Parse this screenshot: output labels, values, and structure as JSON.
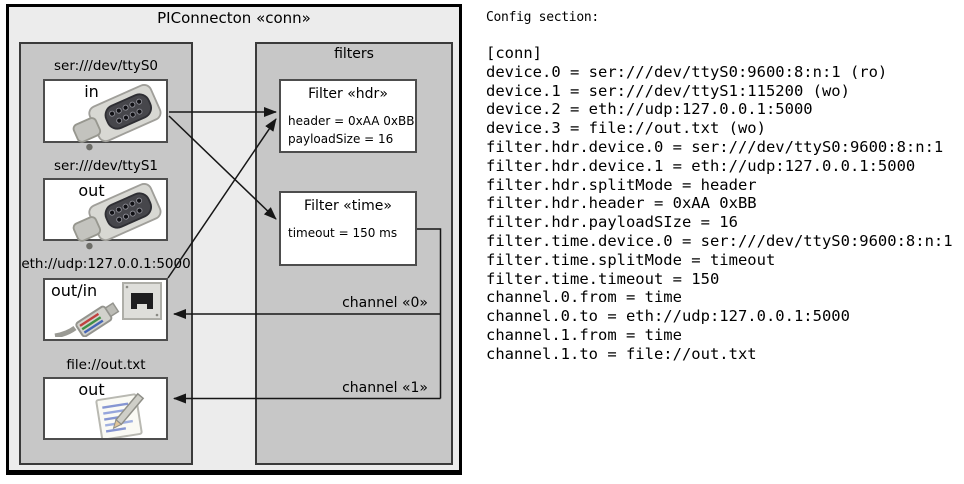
{
  "diagram": {
    "title": "PIConnecton «conn»",
    "filters_label": "filters",
    "devices": [
      {
        "uri": "ser:///dev/ttyS0",
        "port": "in",
        "icon": "serial-connector-icon"
      },
      {
        "uri": "ser:///dev/ttyS1",
        "port": "out",
        "icon": "serial-connector-icon"
      },
      {
        "uri": "eth://udp:127.0.0.1:5000",
        "port": "out/in",
        "icon": "ethernet-icon"
      },
      {
        "uri": "file://out.txt",
        "port": "out",
        "icon": "notepad-icon"
      }
    ],
    "filters": [
      {
        "title": "Filter «hdr»",
        "properties": [
          "header = 0xAA 0xBB",
          "payloadSize = 16"
        ]
      },
      {
        "title": "Filter «time»",
        "properties": [
          "timeout = 150 ms"
        ]
      }
    ],
    "channels": [
      {
        "label": "channel «0»"
      },
      {
        "label": "channel «1»"
      }
    ]
  },
  "config": {
    "heading": "Config section:",
    "lines": [
      "[conn]",
      "device.0 = ser:///dev/ttyS0:9600:8:n:1 (ro)",
      "device.1 = ser:///dev/ttyS1:115200 (wo)",
      "device.2 = eth://udp:127.0.0.1:5000",
      "device.3 = file://out.txt (wo)",
      "filter.hdr.device.0 = ser:///dev/ttyS0:9600:8:n:1",
      "filter.hdr.device.1 = eth://udp:127.0.0.1:5000",
      "filter.hdr.splitMode = header",
      "filter.hdr.header = 0xAA 0xBB",
      "filter.hdr.payloadSIze = 16",
      "filter.time.device.0 = ser:///dev/ttyS0:9600:8:n:1",
      "filter.time.splitMode = timeout",
      "filter.time.timeout = 150",
      "channel.0.from = time",
      "channel.0.to = eth://udp:127.0.0.1:5000",
      "channel.1.from = time",
      "channel.1.to = file://out.txt"
    ]
  },
  "colors": {
    "frame_background": "#ececec",
    "group_background": "#c7c7c7",
    "box_background": "#ffffff",
    "line_color": "#161616"
  }
}
